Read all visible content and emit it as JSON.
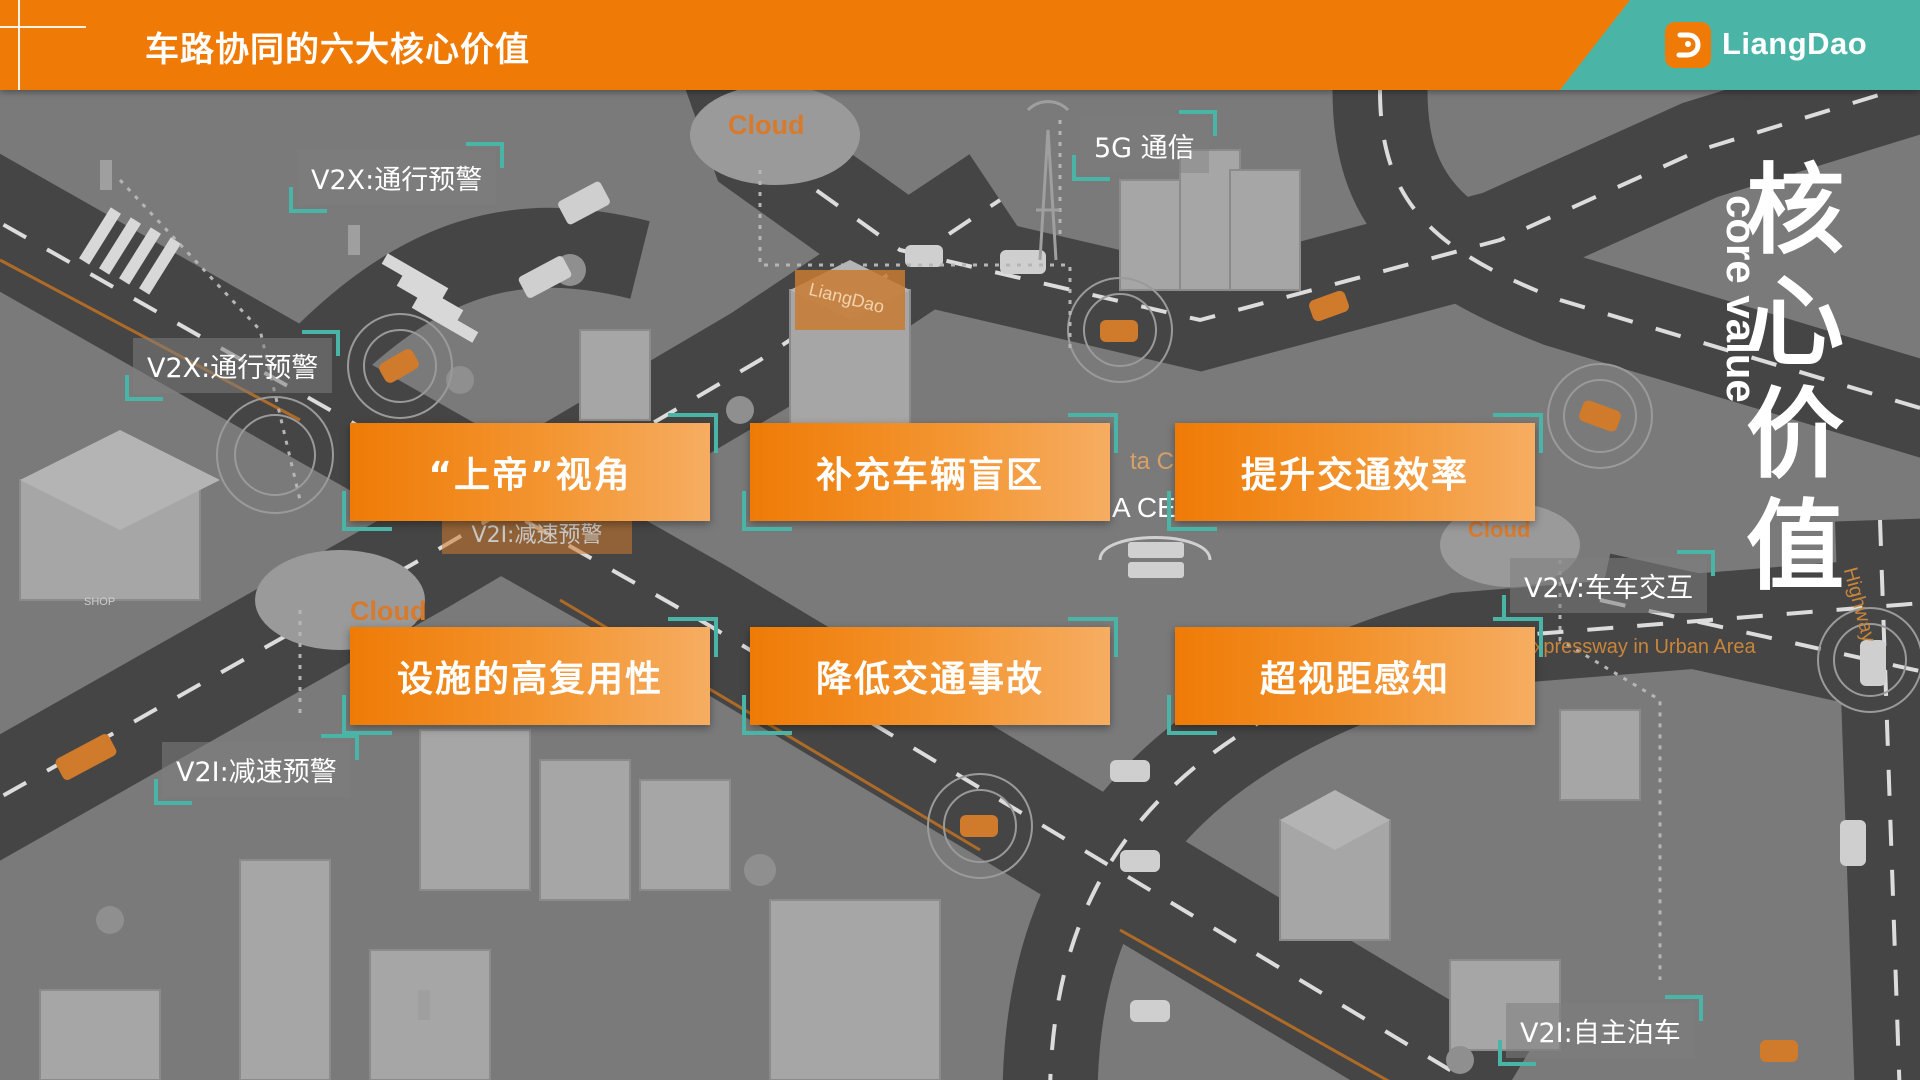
{
  "header": {
    "title": "车路协同的六大核心价值",
    "logo_text": "LiangDao"
  },
  "core": {
    "chars": [
      "核",
      "心",
      "价",
      "值"
    ],
    "english": "core value"
  },
  "values": [
    "“上帝”视角",
    "补充车辆盲区",
    "提升交通效率",
    "设施的高复用性",
    "降低交通事故",
    "超视距感知"
  ],
  "tags": {
    "v2x_top": "V2X:通行预警",
    "v2x_left": "V2X:通行预警",
    "comm_5g": "5G 通信",
    "v2v": "V2V:车车交互",
    "v2i_decel": "V2I:减速预警",
    "v2i_parking": "V2I:自主泊车"
  },
  "map_labels": {
    "cloud_top": "Cloud",
    "cloud_left": "Cloud",
    "cloud_right": "Cloud",
    "v2i_faded": "V2I:减速预警",
    "highway": "Highway",
    "expressway": "Expressway in Urban Area",
    "shop": "SHOP",
    "data_center_top": "ta C",
    "data_center_bottom": "A CE",
    "building_logo": "LiangDao"
  },
  "colors": {
    "brand_orange": "#ef7b06",
    "brand_teal": "#4ab5a7",
    "road": "#454545",
    "ground": "#7a7a7a"
  }
}
